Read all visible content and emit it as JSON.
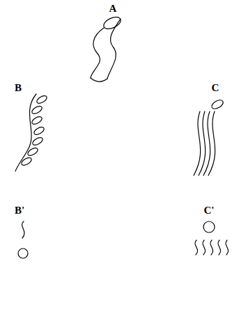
{
  "diagram": {
    "labels": [
      "A",
      "B",
      "C",
      "B'",
      "C'"
    ]
  }
}
